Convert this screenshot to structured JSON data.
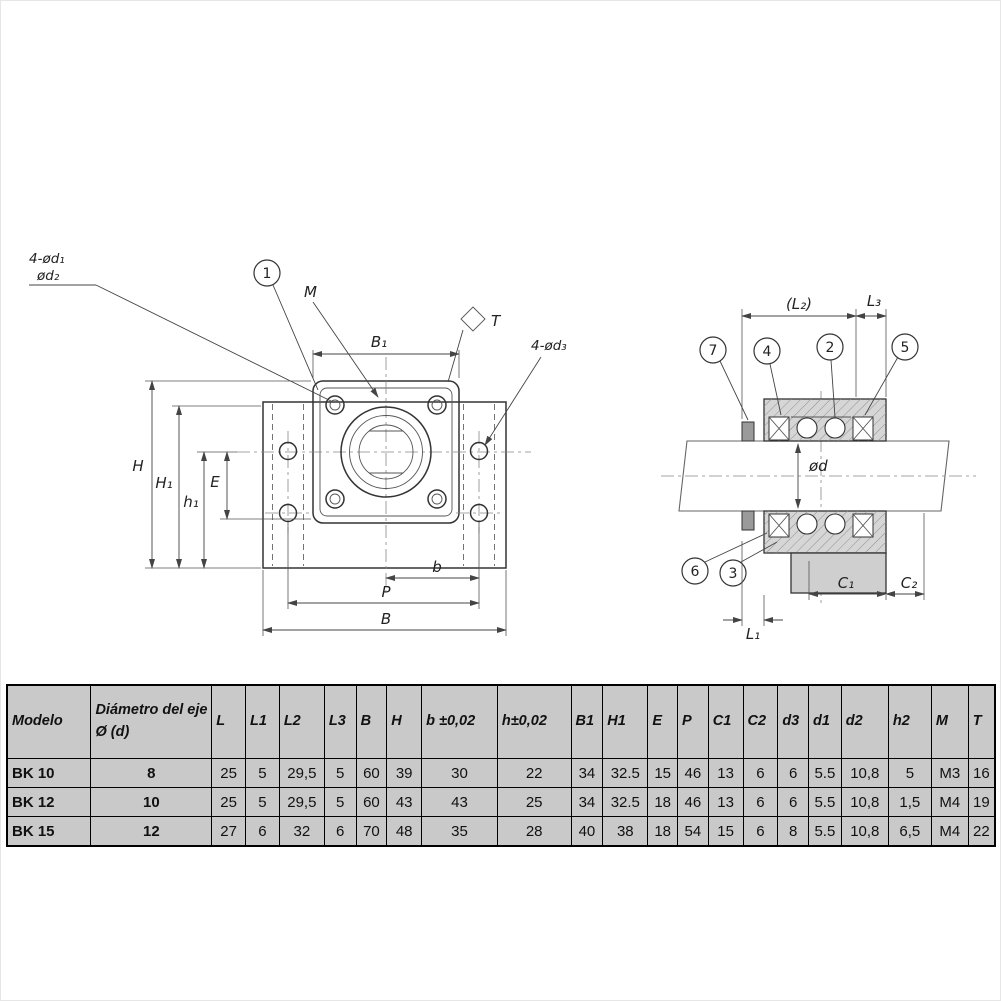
{
  "drawing": {
    "front_view": {
      "label_holes_top_line1": "4-ød₁",
      "label_holes_top_line2": "ød₂",
      "callout_1": "1",
      "label_m": "M",
      "dim_b1": "B₁",
      "label_t": "T",
      "label_holes_flange": "4-ød₃",
      "dim_h": "H",
      "dim_h1": "H₁",
      "dim_h1_small": "h₁",
      "dim_e": "E",
      "dim_b_small": "b",
      "dim_p": "P",
      "dim_b": "B"
    },
    "side_view": {
      "dim_l2": "(L₂)",
      "dim_l3": "L₃",
      "callout_7": "7",
      "callout_4": "4",
      "callout_2": "2",
      "callout_5": "5",
      "callout_6": "6",
      "callout_3": "3",
      "label_od": "ød",
      "dim_c1": "C₁",
      "dim_c2": "C₂",
      "dim_l1": "L₁"
    }
  },
  "table": {
    "headers": [
      "Modelo",
      "Diámetro del eje Ø (d)",
      "L",
      "L1",
      "L2",
      "L3",
      "B",
      "H",
      "b ±0,02",
      "h±0,02",
      "B1",
      "H1",
      "E",
      "P",
      "C1",
      "C2",
      "d3",
      "d1",
      "d2",
      "h2",
      "M",
      "T"
    ],
    "rows": [
      [
        "BK 10",
        "8",
        "25",
        "5",
        "29,5",
        "5",
        "60",
        "39",
        "30",
        "22",
        "34",
        "32.5",
        "15",
        "46",
        "13",
        "6",
        "6",
        "5.5",
        "10,8",
        "5",
        "M3",
        "16"
      ],
      [
        "BK 12",
        "10",
        "25",
        "5",
        "29,5",
        "5",
        "60",
        "43",
        "43",
        "25",
        "34",
        "32.5",
        "18",
        "46",
        "13",
        "6",
        "6",
        "5.5",
        "10,8",
        "1,5",
        "M4",
        "19"
      ],
      [
        "BK 15",
        "12",
        "27",
        "6",
        "32",
        "6",
        "70",
        "48",
        "35",
        "28",
        "40",
        "38",
        "18",
        "54",
        "15",
        "6",
        "8",
        "5.5",
        "10,8",
        "6,5",
        "M4",
        "22"
      ]
    ]
  }
}
